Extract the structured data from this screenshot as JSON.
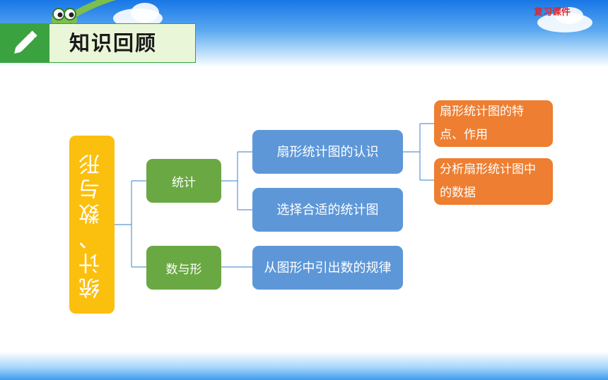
{
  "header": {
    "course_tag": "复习课件",
    "section_title": "知识回顾",
    "pen_icon": "pencil-icon"
  },
  "diagram": {
    "root": "统计、数与形",
    "branches": [
      {
        "label": "统计",
        "children": [
          {
            "label": "扇形统计图的认识",
            "children": [
              "扇形统计图的特点、作用",
              "分析扇形统计图中的数据"
            ]
          },
          {
            "label": "选择合适的统计图",
            "children": []
          }
        ]
      },
      {
        "label": "数与形",
        "children": [
          {
            "label": "从图形中引出数的规律",
            "children": []
          }
        ]
      }
    ]
  },
  "colors": {
    "root": "#fbbf0e",
    "level1": "#6aa844",
    "level2": "#5d97d8",
    "level3": "#ee7e31",
    "connector": "#5d97d8",
    "header_green": "#3aa23f"
  }
}
